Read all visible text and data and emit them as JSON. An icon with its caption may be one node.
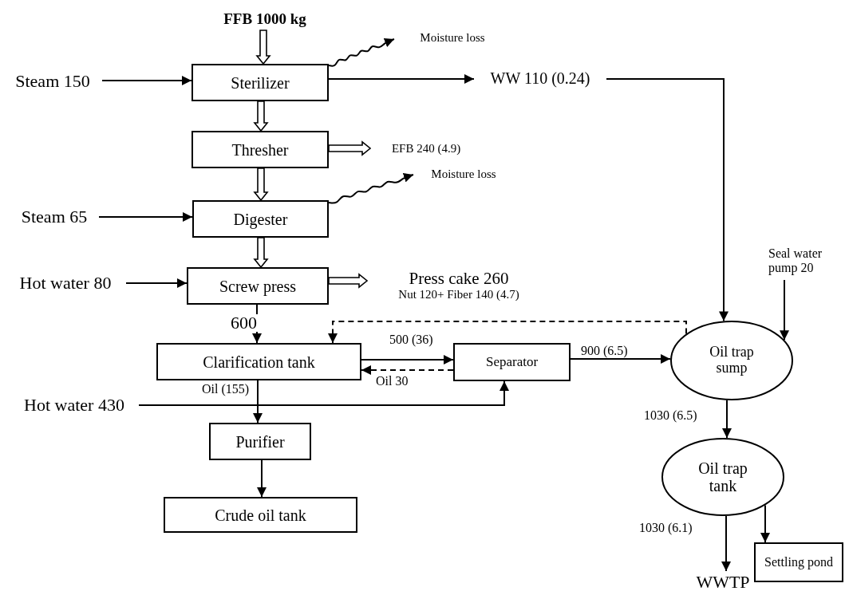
{
  "diagram": {
    "nodes": [
      {
        "text": [
          "FFB 1000 kg"
        ]
      },
      {
        "text": [
          "Sterilizer"
        ]
      },
      {
        "text": [
          "Steam 150"
        ]
      },
      {
        "text": [
          "Moisture loss"
        ]
      },
      {
        "text": [
          "WW 110 (0.24)"
        ]
      },
      {
        "text": [
          "Thresher"
        ]
      },
      {
        "text": [
          "EFB 240 (4.9)"
        ]
      },
      {
        "text": [
          "Moisture loss"
        ]
      },
      {
        "text": [
          "Steam 65"
        ]
      },
      {
        "text": [
          "Digester"
        ]
      },
      {
        "text": [
          "Hot water 80"
        ]
      },
      {
        "text": [
          "Screw press"
        ]
      },
      {
        "text": [
          "Press cake 260",
          "Nut 120+ Fiber 140 (4.7)"
        ]
      },
      {
        "text": [
          "Clarification tank"
        ]
      },
      {
        "text": [
          "Separator"
        ]
      },
      {
        "text": [
          "Oil trap sump"
        ]
      },
      {
        "text": [
          "Seal water pump 20"
        ]
      },
      {
        "text": [
          "Hot water 430"
        ]
      },
      {
        "text": [
          "Purifier"
        ]
      },
      {
        "text": [
          "Crude oil tank"
        ]
      },
      {
        "text": [
          "Oil trap tank"
        ]
      },
      {
        "text": [
          "Settling pond"
        ]
      },
      {
        "text": [
          "WWTP"
        ]
      }
    ],
    "edges": [
      {
        "from": 0,
        "to": 1,
        "arrow": "to",
        "style": "thick"
      },
      {
        "from": 2,
        "to": 1,
        "arrow": "to"
      },
      {
        "from": 1,
        "to": 3,
        "arrow": "to"
      },
      {
        "from": 1,
        "to": 4,
        "arrow": "to"
      },
      {
        "from": 4,
        "to": 15,
        "arrow": "to"
      },
      {
        "from": 1,
        "to": 5,
        "arrow": "to",
        "style": "thick"
      },
      {
        "from": 5,
        "to": 6,
        "arrow": "to",
        "style": "thick"
      },
      {
        "from": 9,
        "to": 7,
        "arrow": "to"
      },
      {
        "from": 5,
        "to": 9,
        "arrow": "to",
        "style": "thick"
      },
      {
        "from": 8,
        "to": 9,
        "arrow": "to"
      },
      {
        "from": 9,
        "to": 11,
        "arrow": "to",
        "style": "thick"
      },
      {
        "from": 10,
        "to": 11,
        "arrow": "to"
      },
      {
        "from": 11,
        "to": 12,
        "arrow": "to",
        "style": "thick"
      },
      {
        "from": 11,
        "to": 13,
        "arrow": "to",
        "label": "600"
      },
      {
        "from": 15,
        "to": 13,
        "arrow": "to",
        "style": "dashed"
      },
      {
        "from": 13,
        "to": 14,
        "arrow": "to",
        "label": "500 (36)"
      },
      {
        "from": 14,
        "to": 13,
        "arrow": "to",
        "style": "dashed",
        "label": "Oil 30"
      },
      {
        "from": 14,
        "to": 15,
        "arrow": "to",
        "label": "900 (6.5)"
      },
      {
        "from": 16,
        "to": 15,
        "arrow": "to"
      },
      {
        "from": 17,
        "to": 14,
        "arrow": "to"
      },
      {
        "from": 13,
        "to": 18,
        "arrow": "to",
        "label": "Oil  (155)"
      },
      {
        "from": 18,
        "to": 19,
        "arrow": "to"
      },
      {
        "from": 15,
        "to": 20,
        "arrow": "to",
        "label": "1030 (6.5)"
      },
      {
        "from": 20,
        "to": 22,
        "arrow": "to",
        "label": "1030  (6.1)"
      },
      {
        "from": 20,
        "to": 21,
        "arrow": "to"
      }
    ]
  }
}
